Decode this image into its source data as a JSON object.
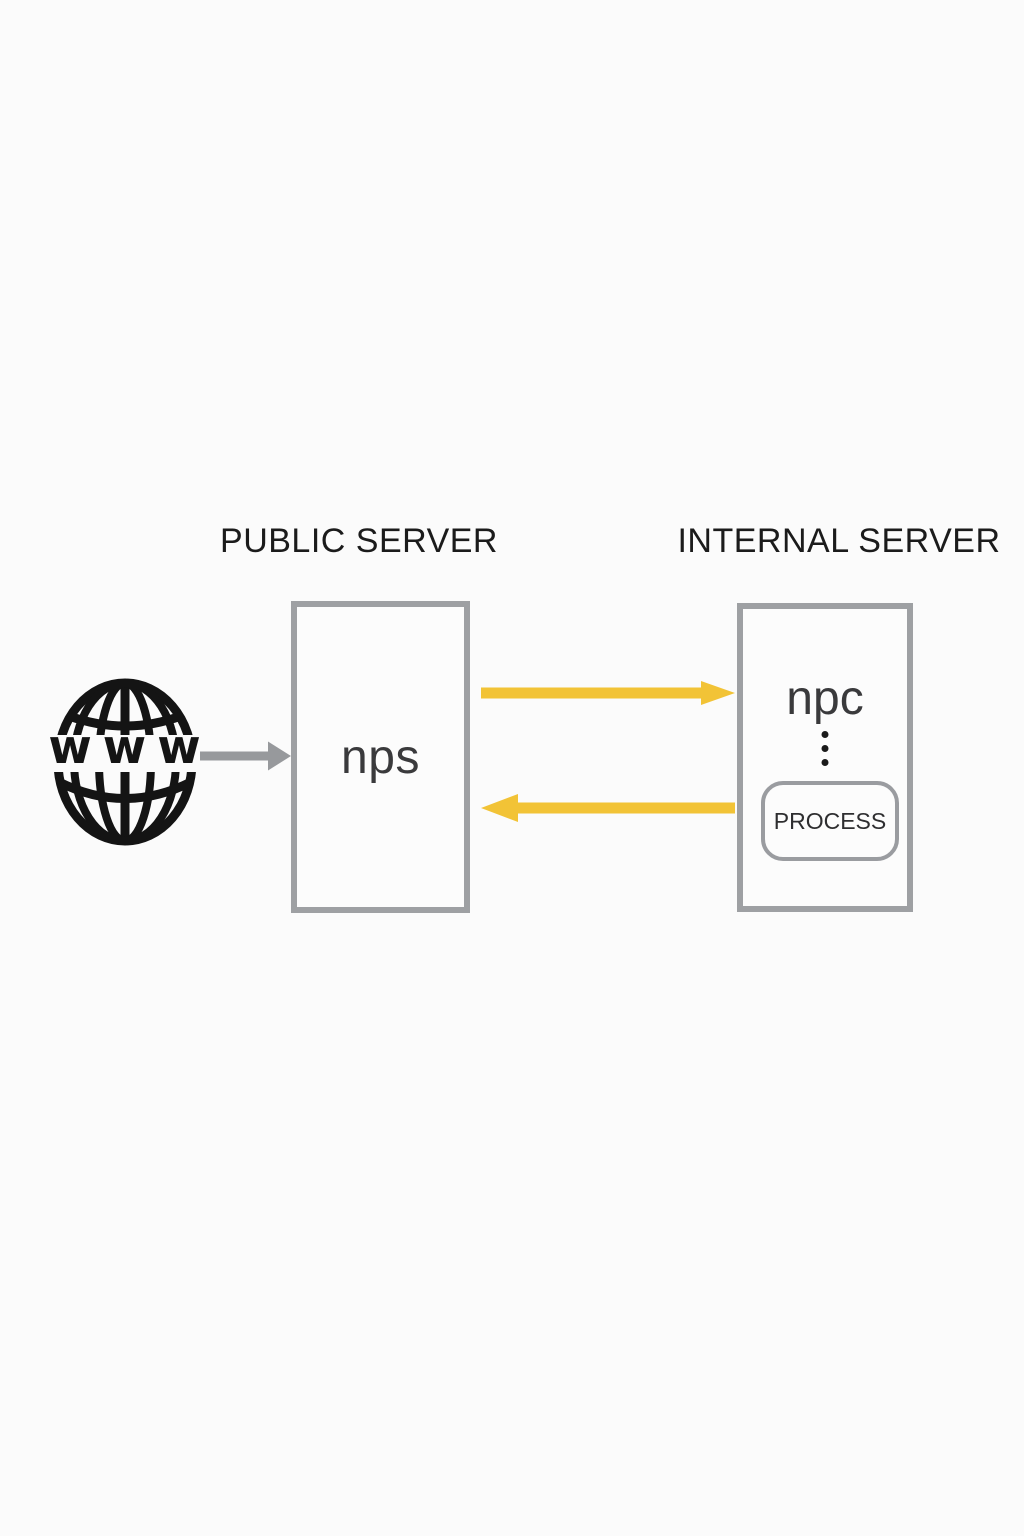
{
  "titles": {
    "public": "PUBLIC SERVER",
    "internal": "INTERNAL SERVER"
  },
  "public_server": {
    "label": "nps"
  },
  "internal_server": {
    "label": "npc",
    "process_label": "PROCESS"
  },
  "www_icon": {
    "label": "www"
  },
  "icons": [
    "www-globe-icon",
    "vertical-ellipsis-icon",
    "arrow-www-to-nps-icon",
    "arrow-nps-to-npc-icon",
    "arrow-process-to-nps-icon"
  ],
  "colors": {
    "background": "#FBFBFB",
    "box_border": "#9EA0A3",
    "process_border": "#9A9CA0",
    "arrow_yellow": "#F2C336",
    "arrow_gray": "#97999C",
    "title_text": "#1B1B1B",
    "label_text": "#3A3A3C",
    "icon_black": "#141414"
  }
}
